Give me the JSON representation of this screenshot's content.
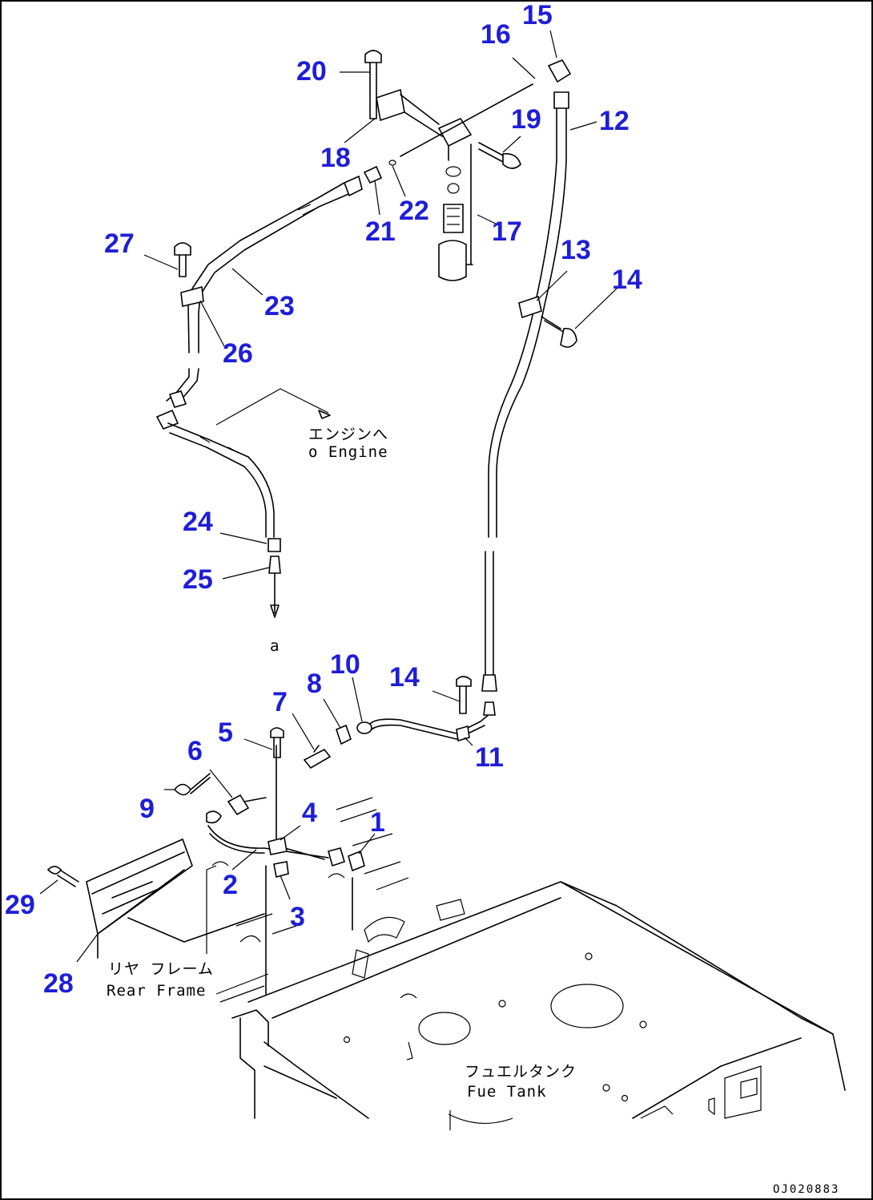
{
  "callouts": [
    "1",
    "2",
    "3",
    "4",
    "5",
    "6",
    "7",
    "8",
    "9",
    "10",
    "11",
    "12",
    "13",
    "14",
    "14",
    "15",
    "16",
    "17",
    "18",
    "19",
    "20",
    "21",
    "22",
    "23",
    "24",
    "25",
    "26",
    "27",
    "28",
    "29"
  ],
  "labels": {
    "engine_ja": "エンジンへ",
    "engine_en": "o Engine",
    "arrow_a": "a",
    "rear_frame_ja": "リヤ フレーム",
    "rear_frame_en": "Rear Frame",
    "fuel_tank_ja": "フュエルタンク",
    "fuel_tank_en": "Fue Tank"
  },
  "drawing_code": "OJ020883",
  "colors": {
    "callout": "#1e1ed8",
    "line": "#000000",
    "background": "#ffffff"
  }
}
